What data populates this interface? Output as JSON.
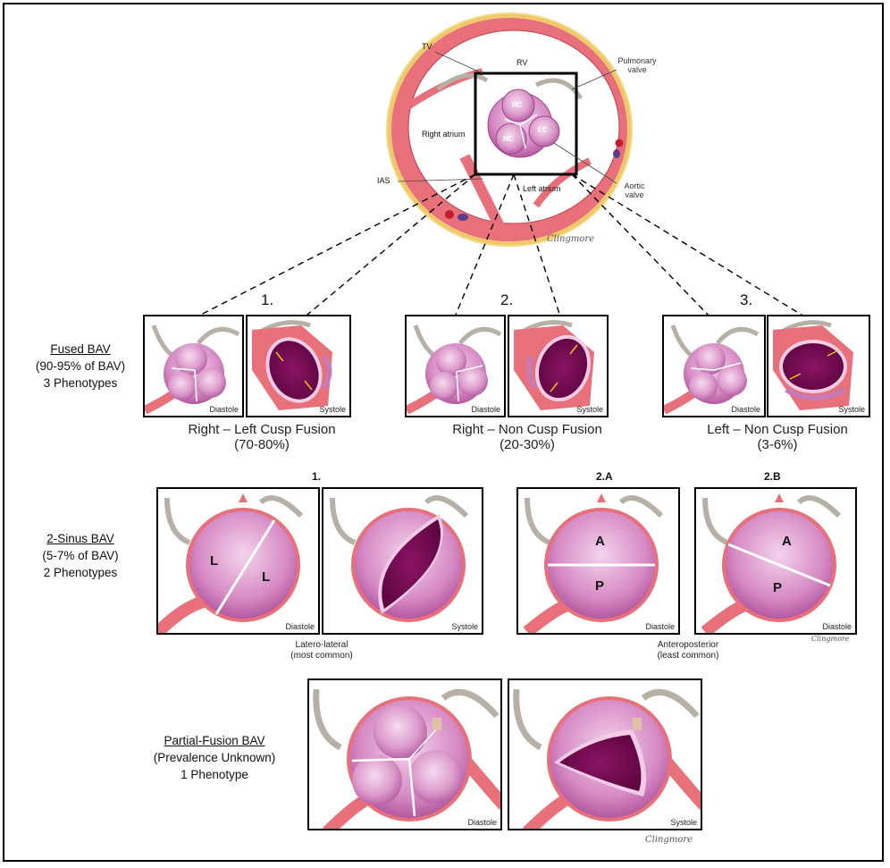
{
  "top_diagram": {
    "labels": {
      "tv": "TV",
      "rv": "RV",
      "pulmonary_valve": "Pulmonary\nvalve",
      "right_atrium": "Right atrium",
      "ias": "IAS",
      "left_atrium": "Left atrium",
      "aortic_valve": "Aortic\nvalve",
      "rc": "RC",
      "nc": "NC",
      "lc": "LC"
    },
    "signature": "Clingmore"
  },
  "fused": {
    "side_label": {
      "title": "Fused BAV",
      "line2": "(90-95% of BAV)",
      "line3": "3 Phenotypes"
    },
    "groups": [
      {
        "number": "1.",
        "caption_line1": "Right – Left  Cusp Fusion",
        "caption_line2": "(70-80%)",
        "diastole": "Diastole",
        "systole": "Systole"
      },
      {
        "number": "2.",
        "caption_line1": "Right – Non  Cusp Fusion",
        "caption_line2": "(20-30%)",
        "diastole": "Diastole",
        "systole": "Systole"
      },
      {
        "number": "3.",
        "caption_line1": "Left – Non  Cusp Fusion",
        "caption_line2": "(3-6%)",
        "diastole": "Diastole",
        "systole": "Systole"
      }
    ]
  },
  "two_sinus": {
    "side_label": {
      "title": "2-Sinus BAV",
      "line2": "(5-7% of BAV)",
      "line3": "2 Phenotypes"
    },
    "labels": {
      "num1": "1.",
      "num2a": "2.A",
      "num2b": "2.B"
    },
    "panels": {
      "p1_diastole": "Diastole",
      "p1_systole": "Systole",
      "p2a_diastole": "Diastole",
      "p2b_diastole": "Diastole"
    },
    "cusp_letters": {
      "l": "L",
      "a": "A",
      "p": "P"
    },
    "caption_left_1": "Latero-lateral",
    "caption_left_2": "(most common)",
    "caption_right_1": "Anteroposterior",
    "caption_right_2": "(least common)",
    "signature": "Clingmore"
  },
  "partial": {
    "side_label": {
      "title": "Partial-Fusion BAV",
      "line2": "(Prevalence Unknown)",
      "line3": "1 Phenotype"
    },
    "diastole": "Diastole",
    "systole": "Systole",
    "signature": "Clingmore"
  },
  "colors": {
    "tissue": "#e8707a",
    "fat": "#f2d36e",
    "valve": "#d488c2",
    "valve_light": "#ebb8df",
    "orifice": "#7a0a52",
    "arrow": "#f0c020",
    "vessel": "#b7b0a6"
  }
}
